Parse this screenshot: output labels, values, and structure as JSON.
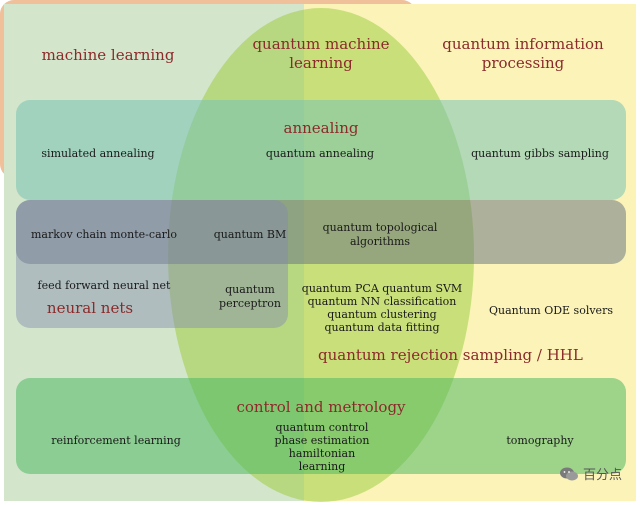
{
  "headings": {
    "machine_learning": "machine learning",
    "qml_line1": "quantum machine",
    "qml_line2": "learning",
    "qip_line1": "quantum information",
    "qip_line2": "processing",
    "annealing": "annealing",
    "neural_nets": "neural nets",
    "hhl": "quantum rejection sampling / HHL",
    "control": "control and metrology"
  },
  "items": {
    "simulated_annealing": "simulated annealing",
    "quantum_annealing": "quantum annealing",
    "quantum_gibbs": "quantum gibbs sampling",
    "markov": "markov chain monte-carlo",
    "quantum_bm": "quantum BM",
    "topo_line1": "quantum topological",
    "topo_line2": "algorithms",
    "feed_forward": "feed forward neural net",
    "perceptron_line1": "quantum",
    "perceptron_line2": "perceptron",
    "pca_svm": "quantum PCA quantum SVM",
    "nn_class": "quantum NN classification",
    "clustering": "quantum clustering",
    "data_fitting": "quantum data fitting",
    "ode": "Quantum ODE solvers",
    "reinforcement": "reinforcement learning",
    "qcontrol_line1": "quantum control",
    "qcontrol_line2": "phase estimation",
    "qcontrol_line3": "hamiltonian",
    "qcontrol_line4": "learning",
    "tomography": "tomography"
  },
  "watermark": {
    "text": "百分点",
    "icon": "wechat-icon"
  },
  "colors": {
    "heading": "#8b2a2a",
    "ml_bg": "#d3e5cb",
    "qip_bg": "#fbf3b8",
    "qml_ellipse": "#a0cd46",
    "annealing": "#78c3b4",
    "markov": "#6e7882",
    "hhl": "#e18c46",
    "neural": "#828caf",
    "control": "#50b964"
  }
}
